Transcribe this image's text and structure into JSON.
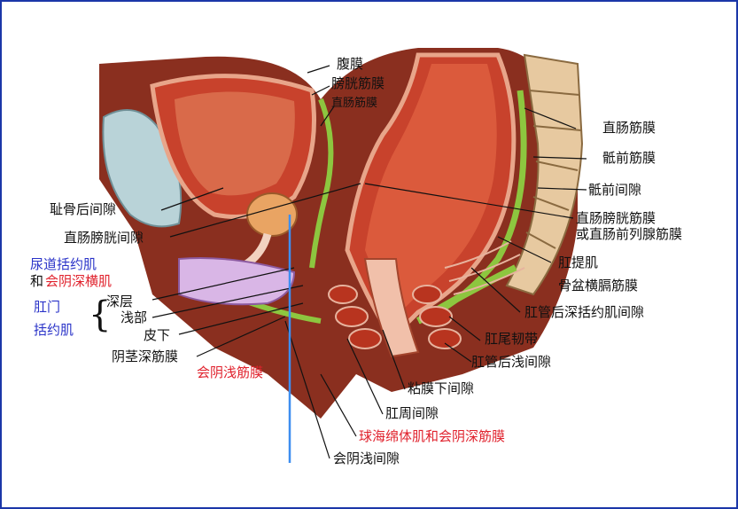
{
  "colors": {
    "frame": "#1b36a8",
    "label_black": "#111111",
    "label_red": "#e0212c",
    "label_blue": "#2a33c8",
    "arrow": "#3d8ef0",
    "muscle": "#c8422c",
    "fascia_green": "#8dc63f",
    "bone": "#b9d3d8"
  },
  "labels": {
    "peritoneum": "腹膜",
    "vesical_fascia": "膀胱筋膜",
    "rectal_fascia_top": "直肠筋膜",
    "rectal_fascia_right": "直肠筋膜",
    "presacral_fascia": "骶前筋膜",
    "presacral_space": "骶前间隙",
    "rectovesical_fascia_1": "直肠膀胱筋膜",
    "rectovesical_fascia_2": "或直肠前列腺筋膜",
    "levator_ani": "肛提肌",
    "pelvic_diaphragm_fascia": "骨盆横膈筋膜",
    "deep_postanal_space": "肛管后深括约肌间隙",
    "anococcygeal_ligament": "肛尾韧带",
    "superficial_postanal_space": "肛管后浅间隙",
    "submucosal_space": "粘膜下间隙",
    "perianal_space": "肛周间隙",
    "bulbospongiosus_fascia": "球海绵体肌和会阴深筋膜",
    "superficial_perineal_space": "会阴浅间隙",
    "superficial_perineal_fascia": "会阴浅筋膜",
    "deep_penile_fascia": "阴茎深筋膜",
    "subcutaneous": "皮下",
    "superficial_part": "浅部",
    "deep_layer": "深层",
    "anal_sphincter_1": "肛门",
    "anal_sphincter_2": "括约肌",
    "deep_transverse_prefix": "和",
    "deep_transverse": "会阴深横肌",
    "urethral_sphincter": "尿道括约肌",
    "rectovesical_space": "直肠膀胱间隙",
    "retropubic_space": "耻骨后间隙",
    "brace": "{"
  }
}
